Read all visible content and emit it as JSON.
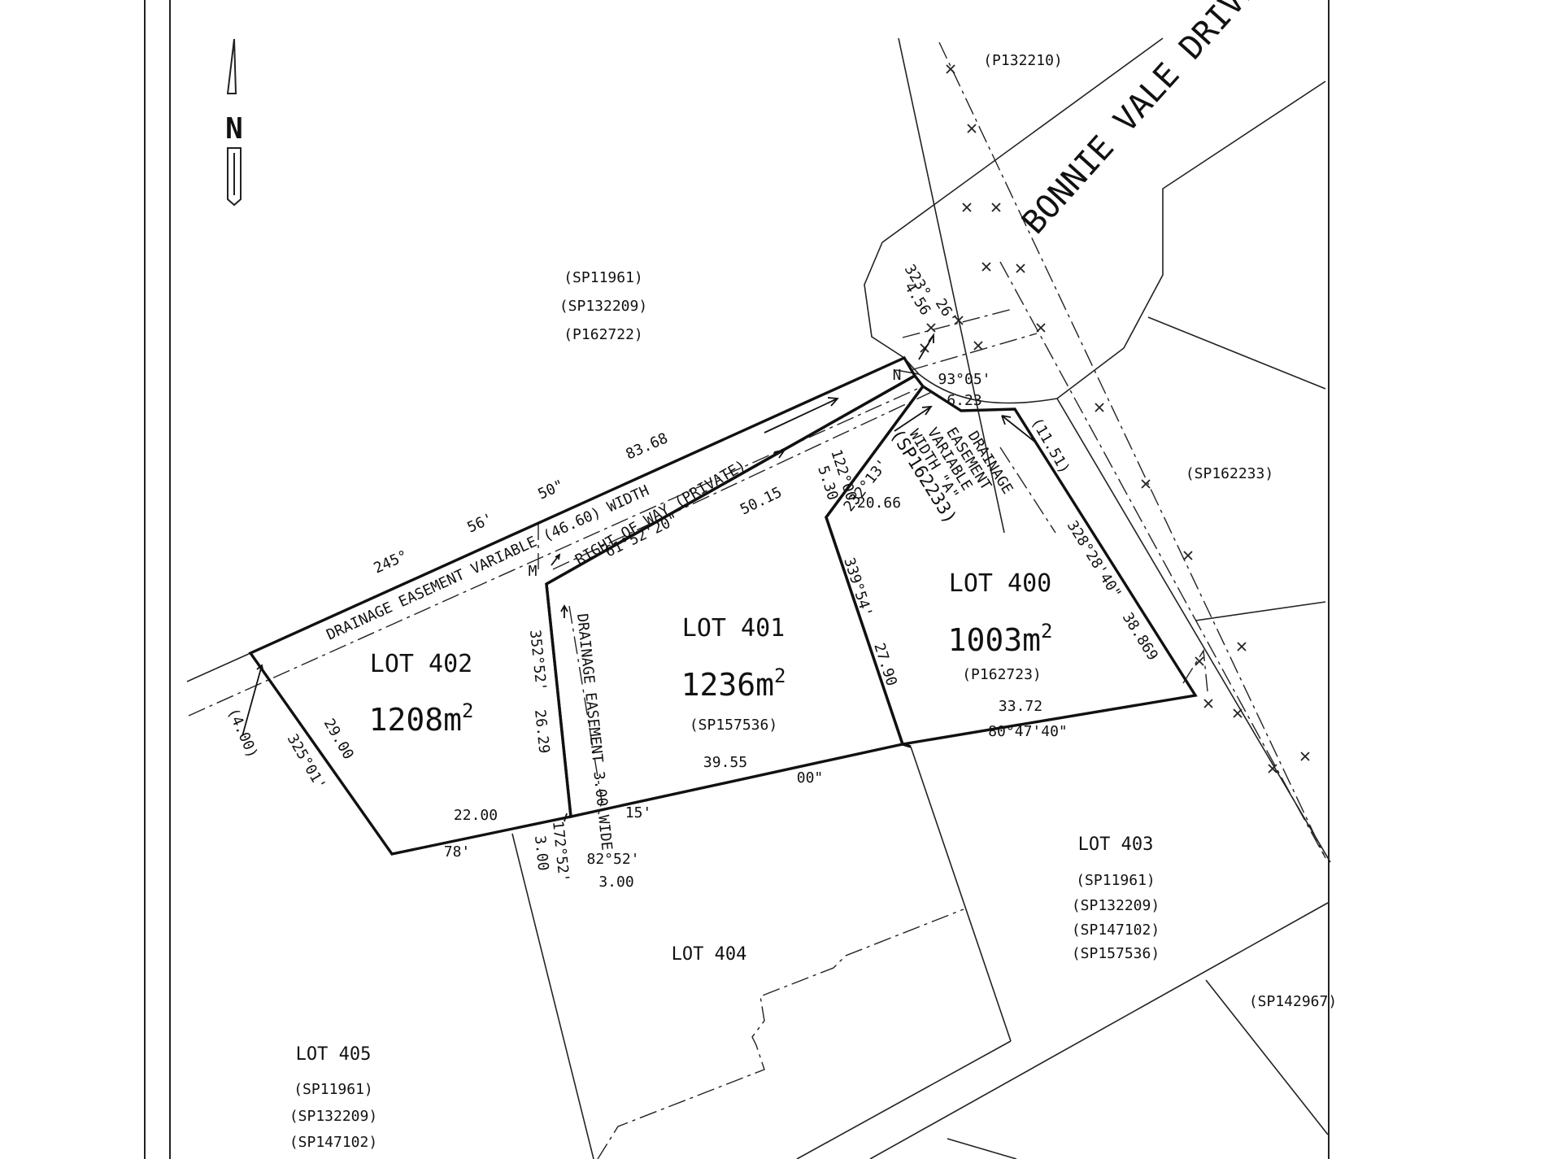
{
  "north_arrow": {
    "label": "N"
  },
  "road": {
    "name": "BONNIE VALE DRIVE"
  },
  "refs": {
    "p132210": "(P132210)",
    "north_a": "(SP11961)",
    "north_b": "(SP132209)",
    "north_c": "(P162722)",
    "sp162233": "(SP162233)",
    "sp142967": "(SP142967)"
  },
  "lots": {
    "lot402": {
      "name": "LOT 402",
      "area": "1208m",
      "sup": "2"
    },
    "lot401": {
      "name": "LOT 401",
      "area": "1236m",
      "sup": "2",
      "ref": "(SP157536)"
    },
    "lot400": {
      "name": "LOT 400",
      "area": "1003m",
      "sup": "2",
      "ref": "(P162723)"
    },
    "lot403": {
      "name": "LOT 403",
      "refs": [
        "(SP11961)",
        "(SP132209)",
        "(SP147102)",
        "(SP157536)"
      ]
    },
    "lot404": {
      "name": "LOT 404"
    },
    "lot405": {
      "name": "LOT 405",
      "refs": [
        "(SP11961)",
        "(SP132209)",
        "(SP147102)"
      ]
    }
  },
  "easements": {
    "drainage_top": "DRAINAGE EASEMENT VARIABLE (46.60) WIDTH",
    "right_of_way": "RIGHT OF WAY (PRIVATE)",
    "drainage_mid": "DRAINAGE EASEMENT 3.00 WIDE",
    "drainage_a_l1": "DRAINAGE",
    "drainage_a_l2": "EASEMENT",
    "drainage_a_l3": "VARIABLE",
    "drainage_a_l4": "WIDTH \"A\"",
    "drainage_a_l5": "(SP162233)"
  },
  "dimensions": {
    "b1": "245°",
    "b2": "56'",
    "b3": "50\"",
    "d_83_68": "83.68",
    "row_bearing": "61°52'20\"",
    "row_dist": "50.15",
    "corner_323": "323°",
    "corner_26": "26'",
    "corner_456": "4.56",
    "b_93_05": "93°05'",
    "d_6_23": "6.23",
    "d_11_51": "(11.51)",
    "b_122": "122°00'",
    "d_5_30": "5.30",
    "b_232": "232°13'",
    "d_20_66": "20.66",
    "b_328": "328°28'40\"",
    "d_38_869": "38.869",
    "b_339": "339°54'",
    "d_27_90": "27.90",
    "b_352": "352°52'",
    "d_26_29": "26.29",
    "b_325": "325°01'",
    "d_29_00": "29.00",
    "d_4_00": "(4.00)",
    "d_22_00": "22.00",
    "b_78": "78'",
    "d_39_55": "39.55",
    "b_15": "15'",
    "b_00": "00\"",
    "d_33_72": "33.72",
    "b_80": "80°47'40\"",
    "b_172": "172°52'",
    "d_3_00a": "3.00",
    "b_82": "82°52'",
    "d_3_00b": "3.00",
    "mark_m": "M",
    "mark_n": "N"
  }
}
